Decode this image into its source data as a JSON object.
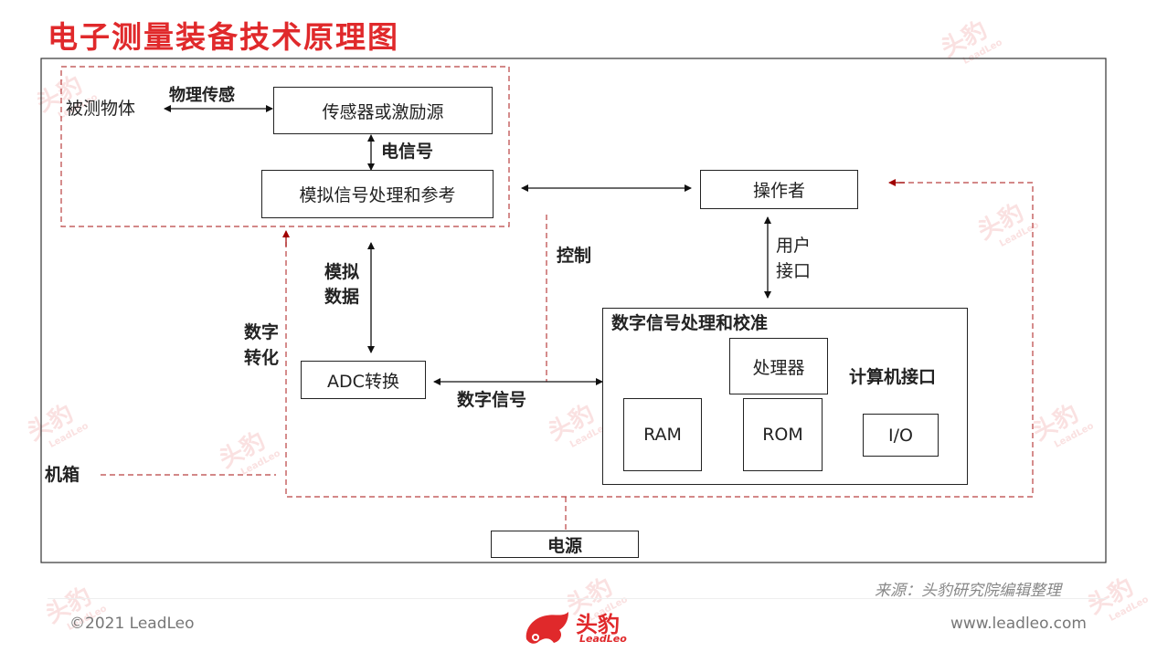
{
  "title": "电子测量装备技术原理图",
  "diagram": {
    "measured_object": "被测物体",
    "physical_sensing": "物理传感",
    "sensor": "传感器或激励源",
    "electrical_signal": "电信号",
    "analog_processing": "模拟信号处理和参考",
    "operator": "操作者",
    "user_interface": [
      "用户",
      "接口"
    ],
    "control": "控制",
    "analog_data": [
      "模拟",
      "数据"
    ],
    "digital_conversion": [
      "数字",
      "转化"
    ],
    "adc": "ADC转换",
    "digital_signal": "数字信号",
    "dsp": "数字信号处理和校准",
    "processor": "处理器",
    "computer_interface": "计算机接口",
    "ram": "RAM",
    "rom": "ROM",
    "io": "I/O",
    "chassis": "机箱",
    "power": "电源"
  },
  "colors": {
    "accent": "#e0292b",
    "dashed": "#b94040",
    "arrow_red": "#a00000"
  },
  "source": "来源：头豹研究院编辑整理",
  "footer": {
    "copyright": "©2021 LeadLeo",
    "logo_text": "头豹",
    "logo_sub": "LeadLeo",
    "url": "www.leadleo.com"
  }
}
